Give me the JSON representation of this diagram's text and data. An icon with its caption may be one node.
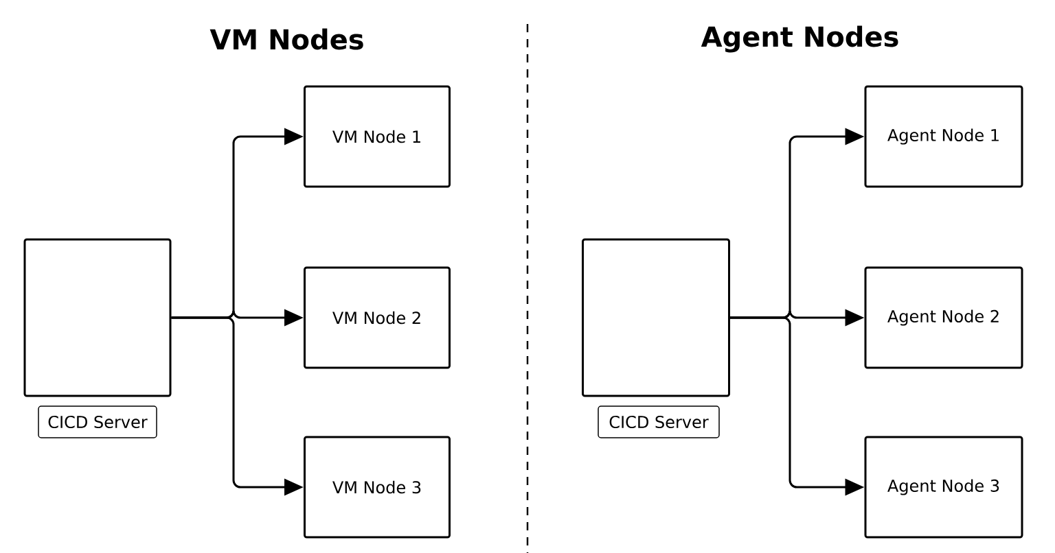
{
  "diagram": {
    "nodes": [
      {
        "text": [],
        "shape": "box"
      },
      {
        "text": [
          "CICD Server"
        ]
      },
      {
        "text": [
          "VM Node 1"
        ]
      },
      {
        "text": [
          "VM Node 2"
        ]
      },
      {
        "text": [
          "VM Node 3"
        ]
      },
      {
        "text": [],
        "shape": "box"
      },
      {
        "text": [
          "CICD Server"
        ]
      },
      {
        "text": [
          "Agent Node 1"
        ]
      },
      {
        "text": [
          "Agent Node 2"
        ]
      },
      {
        "text": [
          "Agent Node 3"
        ]
      }
    ],
    "edges": [
      {
        "from": 0,
        "to": 2,
        "arrow": "to"
      },
      {
        "from": 0,
        "to": 3,
        "arrow": "to"
      },
      {
        "from": 0,
        "to": 4,
        "arrow": "to"
      },
      {
        "from": 5,
        "to": 7,
        "arrow": "to"
      },
      {
        "from": 5,
        "to": 8,
        "arrow": "to"
      },
      {
        "from": 5,
        "to": 9,
        "arrow": "to"
      }
    ],
    "labels": [
      "VM Nodes",
      "Agent Nodes"
    ]
  }
}
